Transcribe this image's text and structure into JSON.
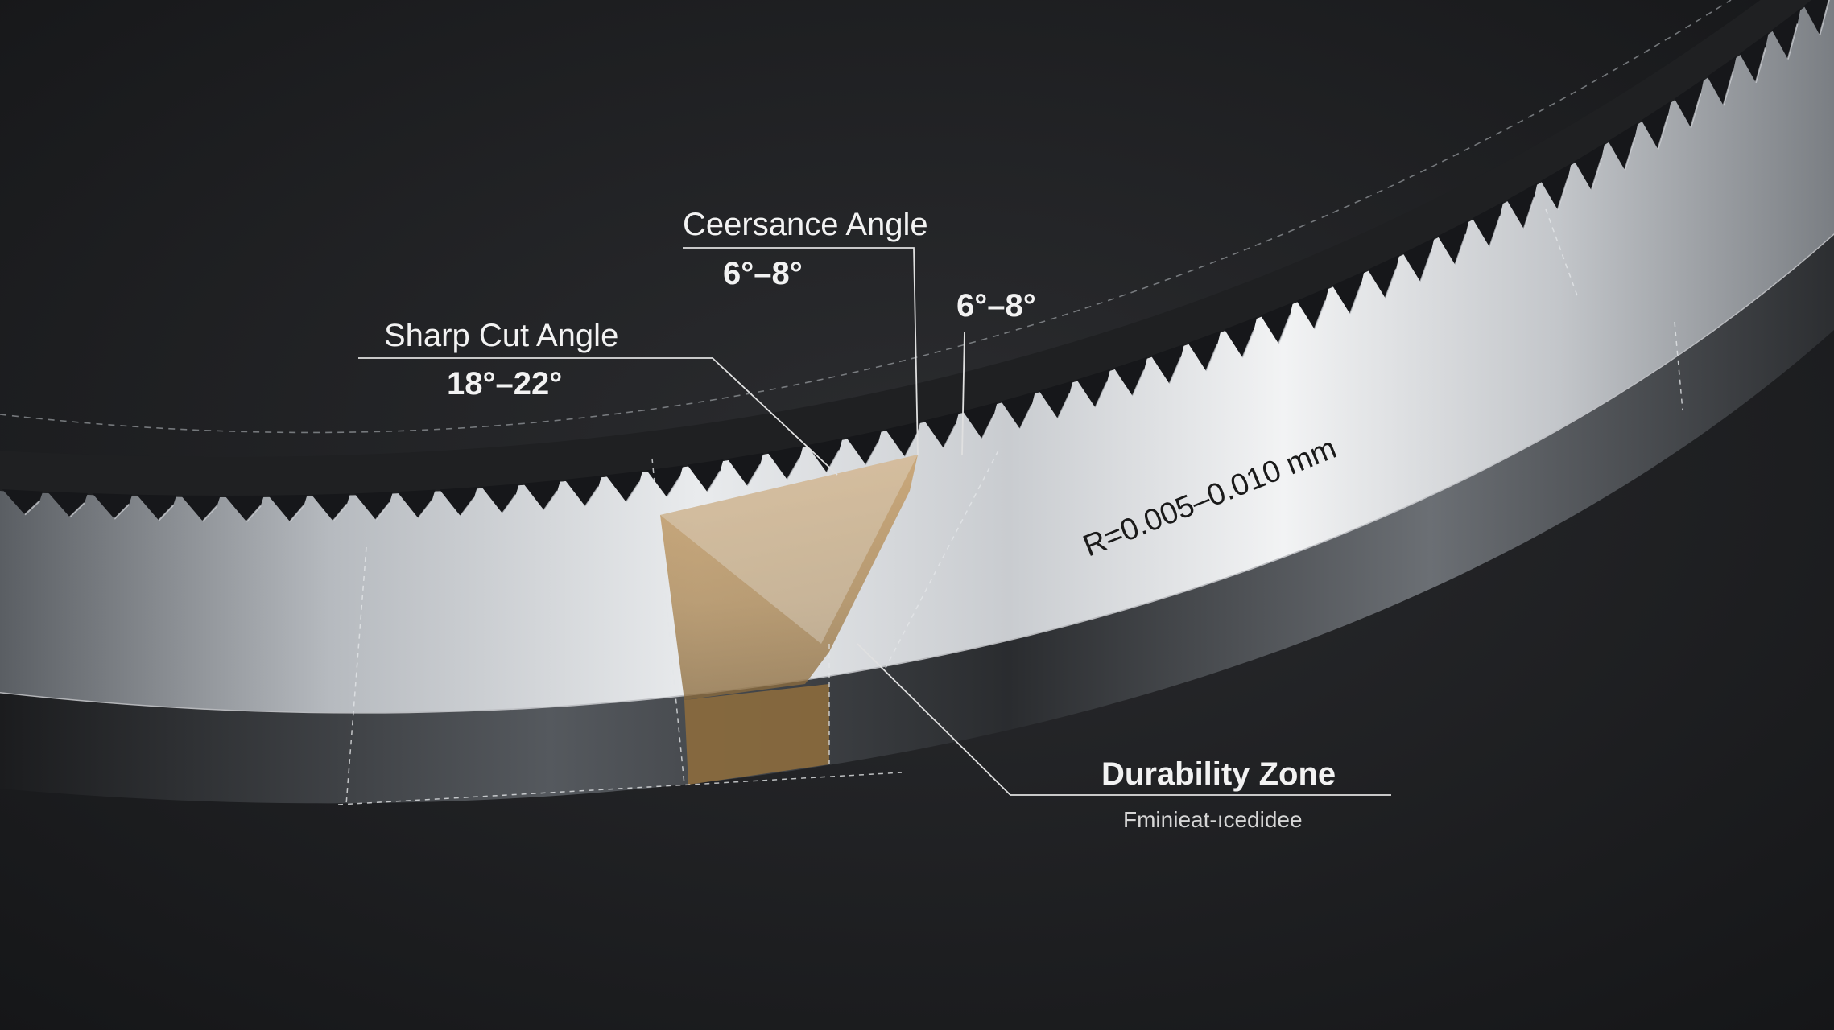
{
  "diagram": {
    "labels": {
      "clearance_title": "Ceersance Angle",
      "clearance_value": "6°–8°",
      "secondary_value": "6°–8°",
      "sharp_cut_title": "Sharp Cut Angle",
      "sharp_cut_value": "18°–22°",
      "radius": "R=0.005–0.010 mm",
      "durability_title": "Durability Zone",
      "durability_sub": "Fminieat-ıcedidee"
    },
    "colors": {
      "background": "#1f2022",
      "steel_light": "#e6e8ea",
      "steel_mid": "#a9adb2",
      "steel_dark": "#3a3d41",
      "highlight_zone": "#b48a52",
      "label_text": "#f2f2f2",
      "radius_text": "#1a1a1a",
      "leader_line": "#dcdcdc"
    },
    "teeth_count": 48
  }
}
